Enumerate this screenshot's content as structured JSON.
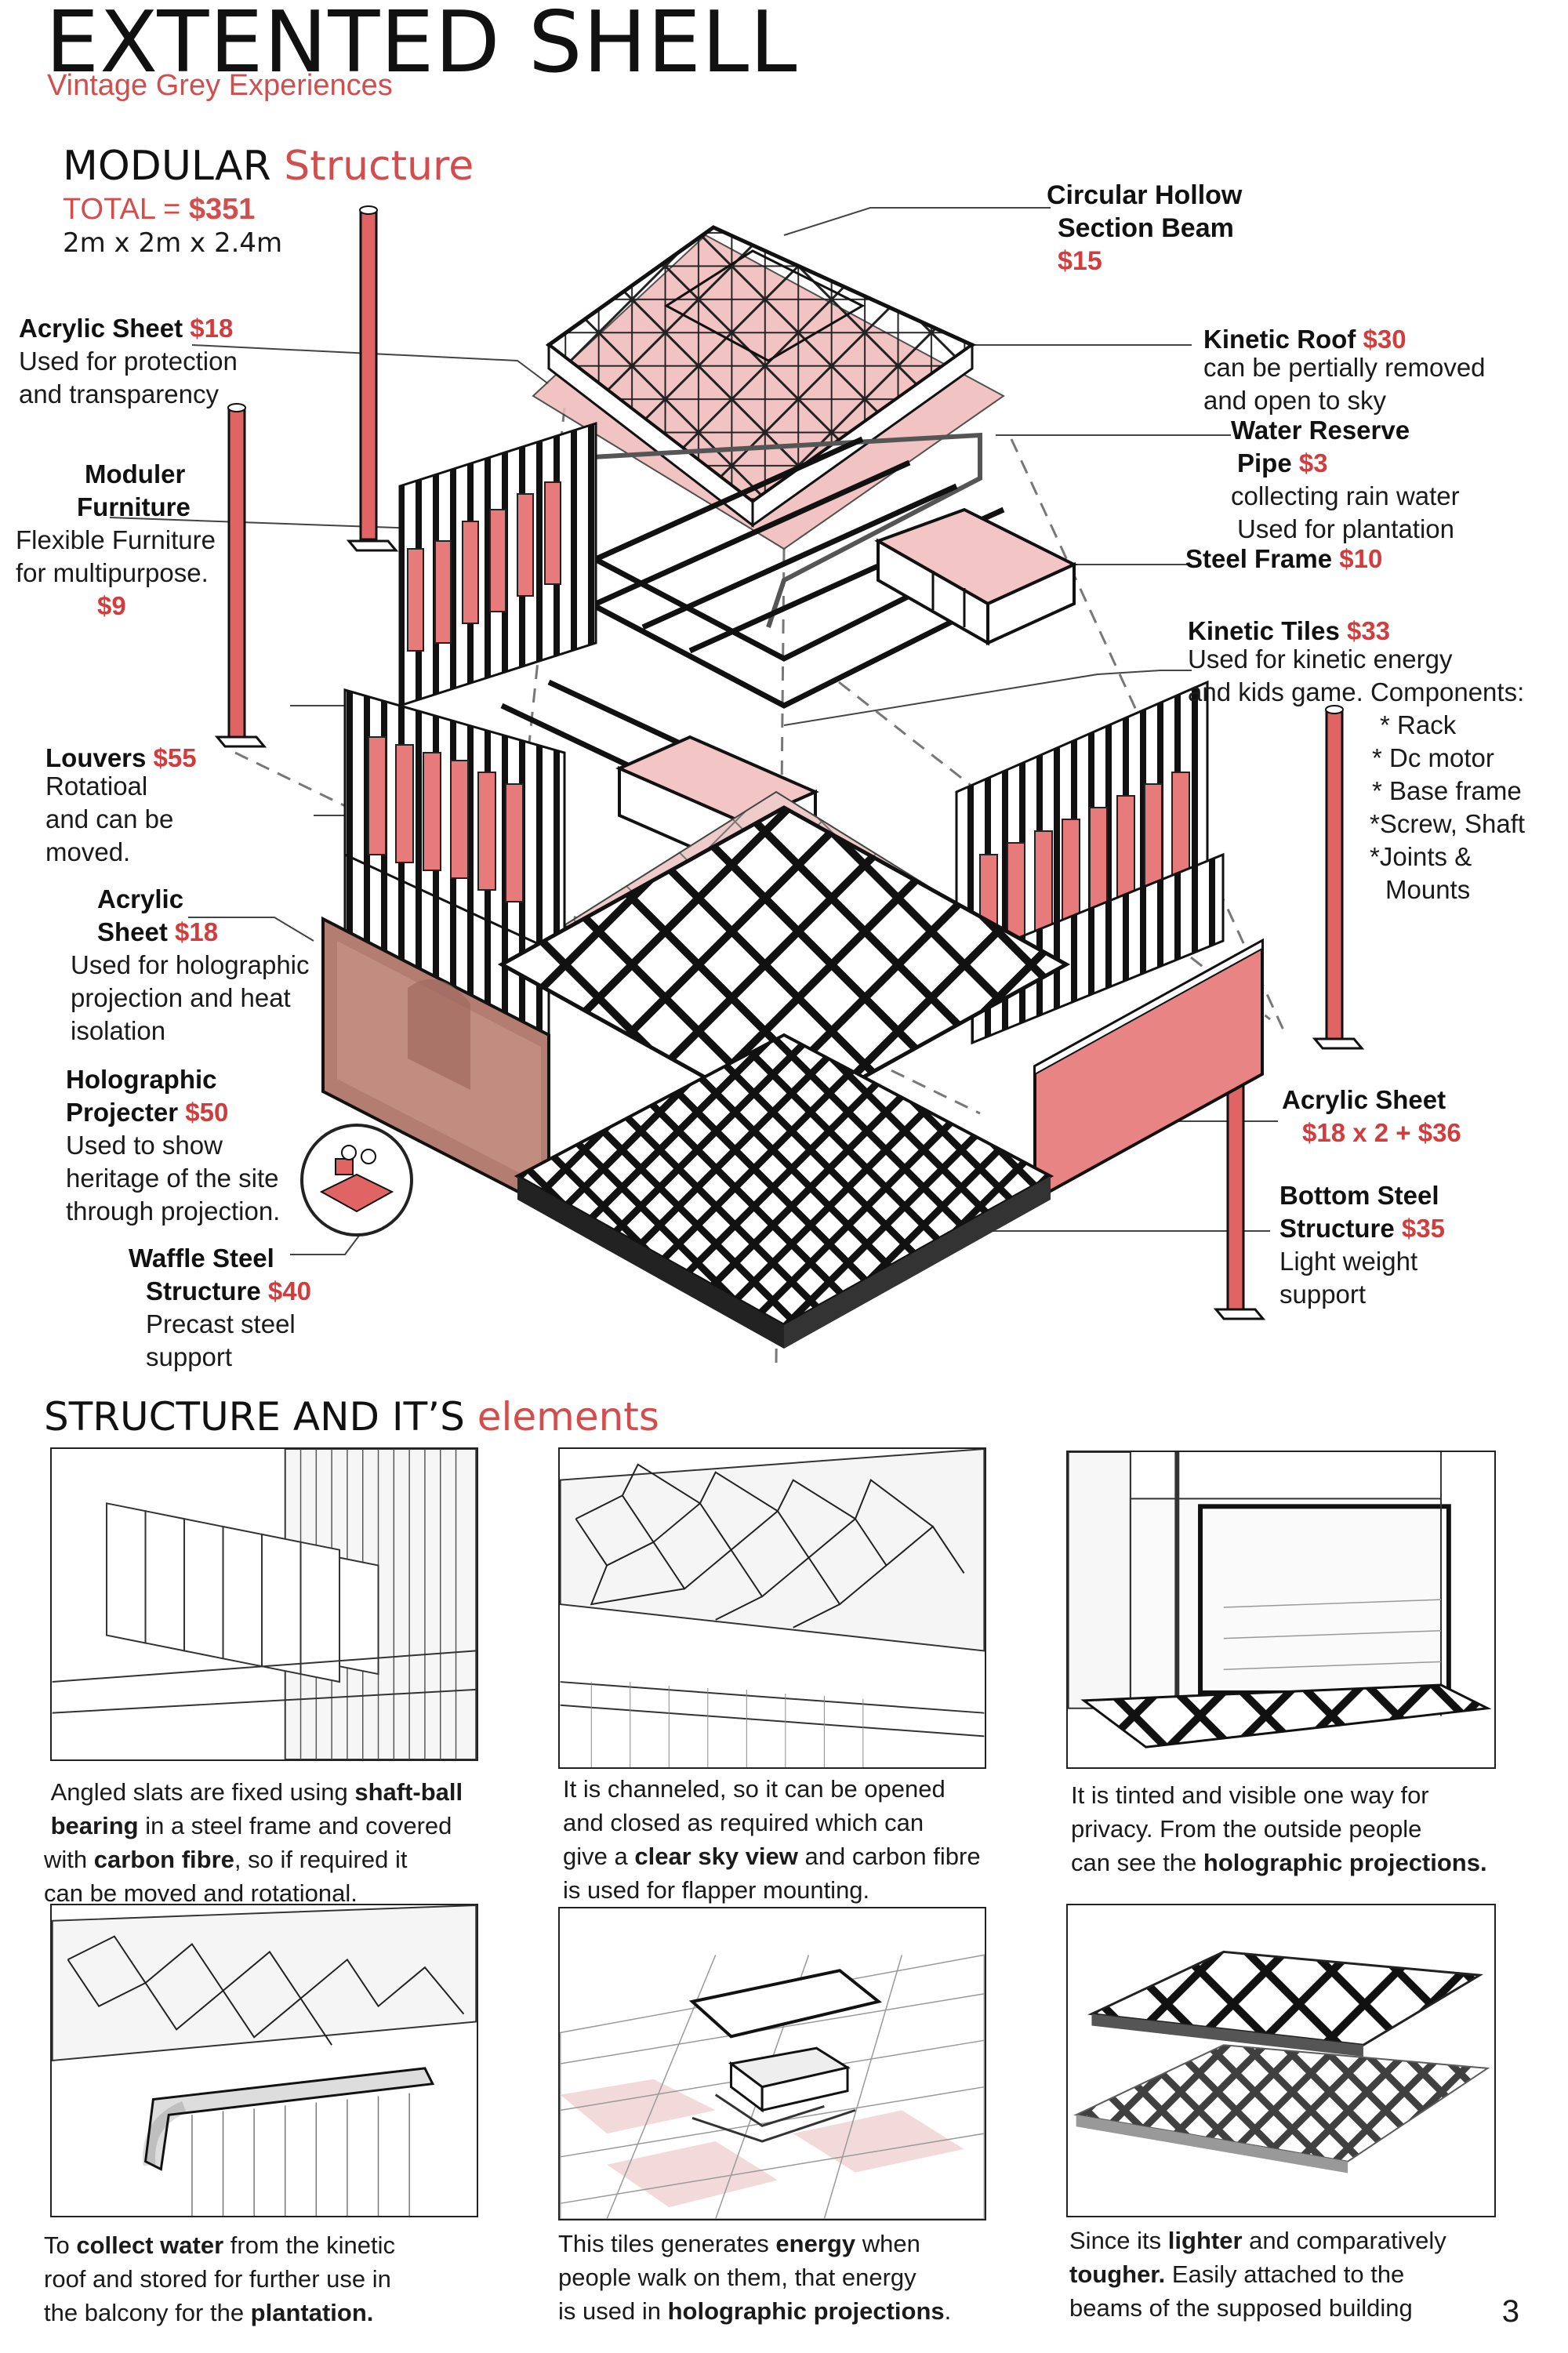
{
  "header": {
    "title": "EXTENTED SHELL",
    "subtitle": "Vintage Grey Experiences"
  },
  "modular": {
    "title_a": "MODULAR ",
    "title_b": "Structure",
    "total_label": "TOTAL = ",
    "total_value": "$351",
    "dims": "2m x 2m x 2.4m"
  },
  "labels": {
    "chs": {
      "t1": "Circular Hollow",
      "t2": "Section Beam",
      "price": "$15"
    },
    "acrylic_top": {
      "title": "Acrylic Sheet",
      "price": "$18",
      "l1": "Used for protection",
      "l2": "and transparency"
    },
    "kinetic_roof": {
      "title": "Kinetic Roof",
      "price": "$30",
      "l1": "can be pertially removed",
      "l2": "and open to sky"
    },
    "water": {
      "t1": "Water Reserve",
      "t2": "Pipe",
      "price": "$3",
      "l1": "collecting rain water",
      "l2": "Used for plantation"
    },
    "furniture": {
      "t1": "Moduler",
      "t2": "Furniture",
      "l1": "Flexible Furniture",
      "l2": "for multipurpose.",
      "price": "$9"
    },
    "steel_frame": {
      "title": "Steel Frame",
      "price": "$10"
    },
    "kinetic_tiles": {
      "title": "Kinetic Tiles",
      "price": "$33",
      "l1": "Used for kinetic energy",
      "l2": "and kids game. Components:",
      "items": [
        "* Rack",
        "* Dc motor",
        "* Base frame",
        "*Screw, Shaft",
        "*Joints &",
        "Mounts"
      ]
    },
    "louvers": {
      "title": "Louvers",
      "price": "$55",
      "l1": "Rotatioal",
      "l2": "and can be",
      "l3": "moved."
    },
    "acrylic_mid": {
      "t1": "Acrylic",
      "t2": "Sheet",
      "price": "$18",
      "l1": "Used for holographic",
      "l2": "projection and heat",
      "l3": "isolation"
    },
    "holo": {
      "t1": "Holographic",
      "t2": "Projecter",
      "price": "$50",
      "l1": "Used to show",
      "l2": "heritage of the site",
      "l3": "through projection."
    },
    "acrylic_right": {
      "title": "Acrylic Sheet",
      "price": "$18 x 2 + $36"
    },
    "bottom_steel": {
      "t1": "Bottom Steel",
      "t2": "Structure",
      "price": "$35",
      "l1": "Light weight",
      "l2": "support"
    },
    "waffle": {
      "t1": "Waffle Steel",
      "t2": "Structure",
      "price": "$40",
      "l1": "Precast steel",
      "l2": "support"
    }
  },
  "section2": {
    "title_a": "STRUCTURE AND IT’S ",
    "title_b": "elements"
  },
  "captions": {
    "c1": {
      "a": "Angled slats are fixed using ",
      "b": "shaft-ball",
      "c": "bearing",
      "d": " in a steel frame and covered",
      "e": "with ",
      "f": "carbon fibre",
      "g": ", so if required it",
      "h": "can be moved and rotational."
    },
    "c2": {
      "a": "It is channeled, so it can be opened",
      "b": "and closed as required which can",
      "c": "give a ",
      "d": "clear sky view",
      "e": " and carbon fibre",
      "f": "is used for flapper mounting."
    },
    "c3": {
      "a": "It is tinted and visible one way for",
      "b": "privacy. From the outside people",
      "c": "can see the ",
      "d": "holographic projections."
    },
    "c4": {
      "a": "To ",
      "b": "collect water",
      "c": " from the kinetic",
      "d": "roof and stored for further use in",
      "e": "the balcony for the ",
      "f": "plantation."
    },
    "c5": {
      "a": "This tiles generates ",
      "b": "energy",
      "c": " when",
      "d": "people walk on them, that energy",
      "e": " is used in ",
      "f": "holographic projections",
      "g": "."
    },
    "c6": {
      "a": "Since its ",
      "b": "lighter",
      "c": " and comparatively",
      "d": "tougher.",
      "e": " Easily attached to the",
      "f": "beams of the supposed building"
    }
  },
  "page_number": "3",
  "colors": {
    "accent": "#d34d4d",
    "pink": "#e98585",
    "pink_light": "#f3c9c9"
  }
}
